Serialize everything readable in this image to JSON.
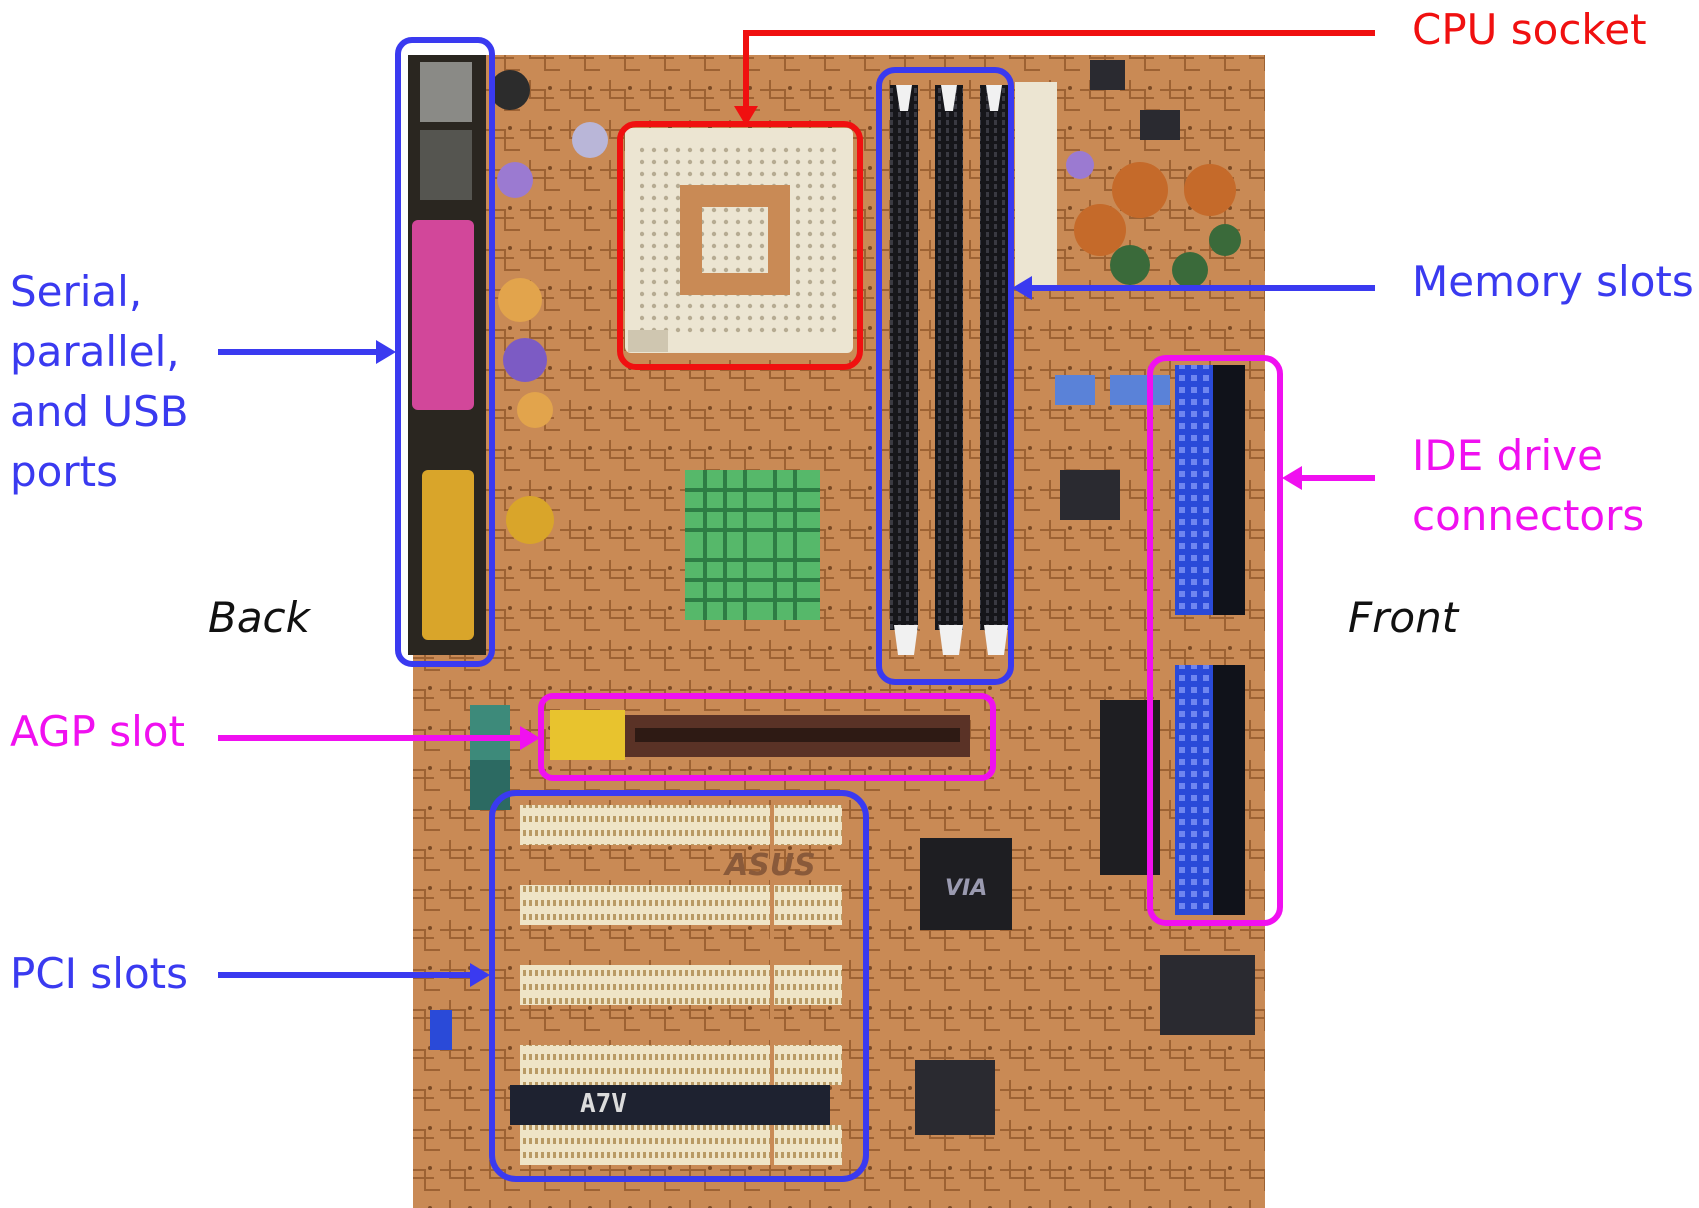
{
  "labels": {
    "cpu_socket": "CPU socket",
    "memory_slots": "Memory slots",
    "ports": "Serial,\nparallel,\nand USB\nports",
    "ide": "IDE drive\nconnectors",
    "back": "Back",
    "front": "Front",
    "agp": "AGP slot",
    "pci": "PCI slots"
  },
  "board_marks": {
    "brand": "ASUS",
    "model": "A7V",
    "chipset": "VIA"
  },
  "colors": {
    "blue": "#3a3af0",
    "red": "#f01010",
    "magenta": "#f010f0",
    "board": "#c98a55"
  }
}
